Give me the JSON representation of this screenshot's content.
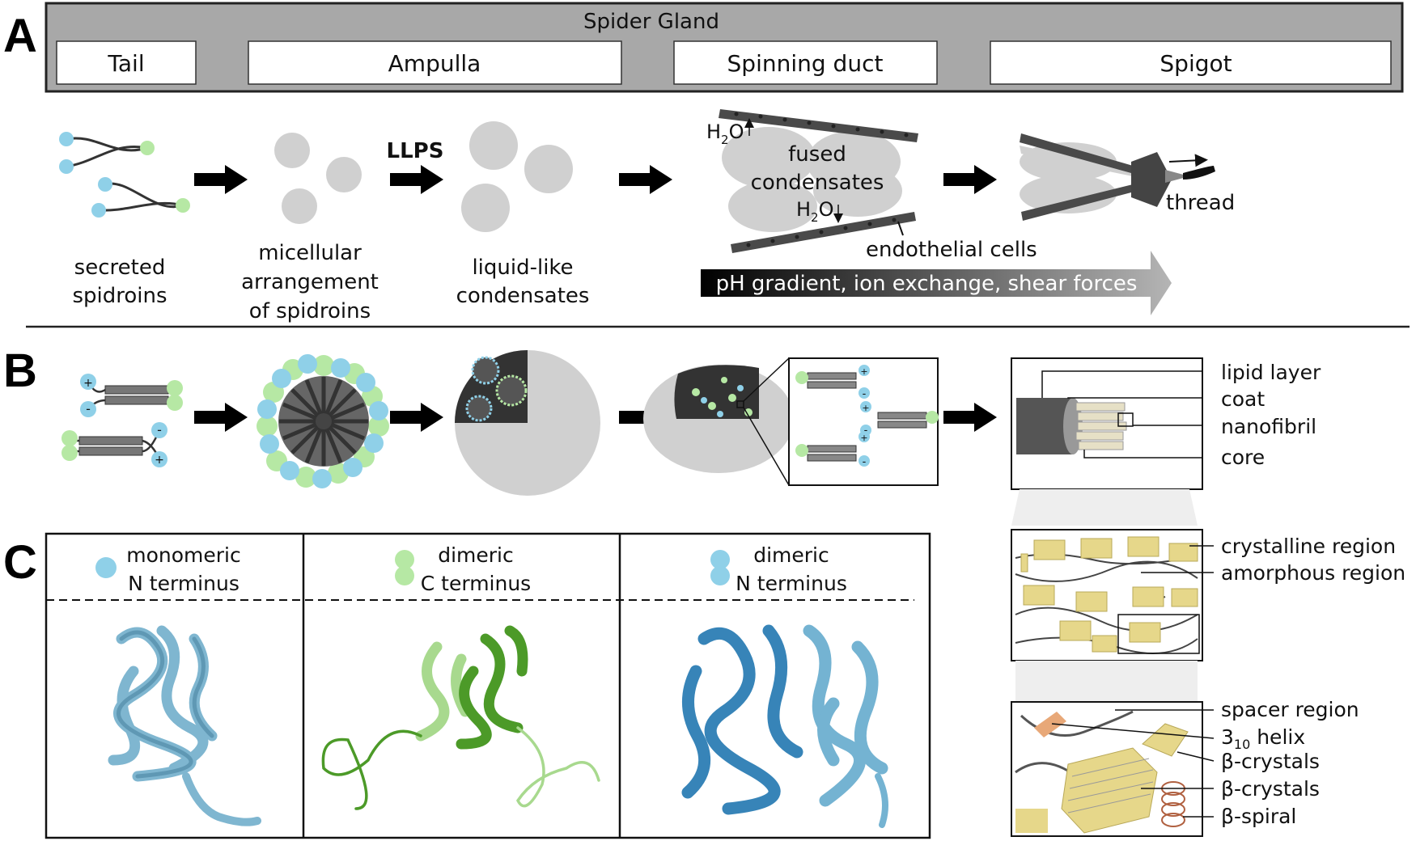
{
  "panels": {
    "a": "A",
    "b": "B",
    "c": "C"
  },
  "gland": {
    "title": "Spider Gland",
    "sections": [
      "Tail",
      "Ampulla",
      "Spinning duct",
      "Spigot"
    ]
  },
  "stages_a": {
    "secreted": [
      "secreted",
      "spidroins"
    ],
    "micellular": [
      "micellular",
      "arrangement",
      "of spidroins"
    ],
    "llps": "LLPS",
    "liquid": [
      "liquid-like",
      "condensates"
    ],
    "fused": [
      "fused",
      "condensates"
    ],
    "water_out": {
      "h": "H",
      "sub": "2",
      "o": "O"
    },
    "water_in": {
      "h": "H",
      "sub": "2",
      "o": "O"
    },
    "endothelial": "endothelial cells",
    "thread": "thread",
    "gradient": "pH gradient, ion exchange, shear forces"
  },
  "fiber_labels": [
    "lipid layer",
    "coat",
    "nanofibril",
    "core"
  ],
  "region_labels": [
    "crystalline region",
    "amorphous region"
  ],
  "structure_labels": {
    "spacer": "spacer region",
    "helix_num": "3",
    "helix_sub": "10",
    "helix_word": " helix",
    "crystals_1": "β-crystals",
    "crystals_2": "β-crystals",
    "spiral": "β-spiral"
  },
  "charges": {
    "plus": "+",
    "minus": "-"
  },
  "terminus_panels": [
    {
      "line1": "monomeric",
      "line2": "N terminus"
    },
    {
      "line1": "dimeric",
      "line2": "C terminus"
    },
    {
      "line1": "dimeric",
      "line2": "N terminus"
    }
  ],
  "colors": {
    "n_terminus": "#8fd0e8",
    "c_terminus": "#b6e8a4",
    "condensate": "#d0d0d0",
    "gland_bar": "#a8a8a8",
    "crystal": "#e6d78a",
    "protein_mono": "#7fb6d0",
    "protein_c_dark": "#4c9a28",
    "protein_c_light": "#a8d98e",
    "protein_n_dark": "#3784b8",
    "protein_n_light": "#74b3d2"
  }
}
